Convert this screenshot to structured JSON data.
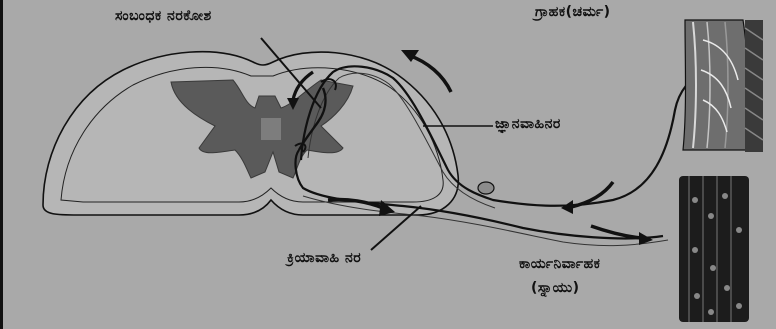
{
  "labels": {
    "connector_neuron": "ಸಂಬಂಧಕ ನರಕೋಶ",
    "receptor_skin": "ಗ್ರಾಹಕ(ಚರ್ಮ)",
    "sensory_nerve": "ಜ್ಞಾನವಾಹಿನರ",
    "motor_nerve": "ಕ್ರಿಯಾವಾಹಿ ನರ",
    "effector_line1": "ಕಾರ್ಯನಿರ್ವಾಹಕ",
    "effector_line2": "(ಸ್ನಾಯು)"
  },
  "colors": {
    "background": "#a9a9a9",
    "grey_matter": "#5a5a5a",
    "outline": "#111111",
    "skin_dark": "#444444",
    "muscle": "#1c1c1c"
  }
}
